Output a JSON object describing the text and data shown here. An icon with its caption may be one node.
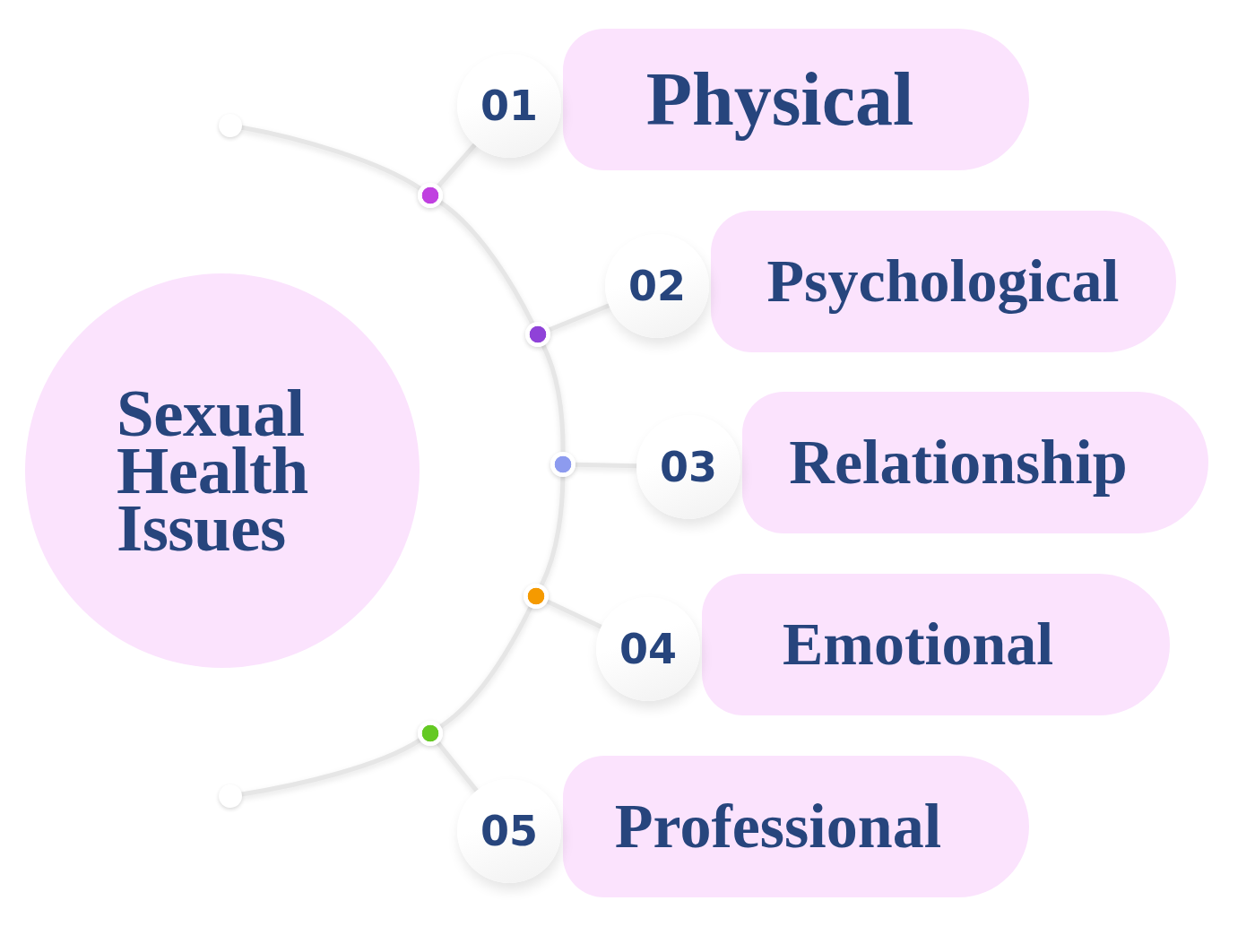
{
  "diagram": {
    "nodes": [
      {
        "text": [
          "Sexual Health Issues"
        ]
      },
      {
        "text": [],
        "shape": "circle"
      },
      {
        "text": [],
        "shape": "circle"
      },
      {
        "text": [],
        "shape": "circle"
      },
      {
        "text": [],
        "shape": "circle"
      },
      {
        "text": [],
        "shape": "circle"
      },
      {
        "text": [],
        "shape": "circle"
      },
      {
        "text": [],
        "shape": "circle"
      },
      {
        "text": [
          "01"
        ]
      },
      {
        "text": [
          "02"
        ]
      },
      {
        "text": [
          "03"
        ]
      },
      {
        "text": [
          "04"
        ]
      },
      {
        "text": [
          "05"
        ]
      },
      {
        "text": [
          "Physical"
        ]
      },
      {
        "text": [
          "Psychological"
        ]
      },
      {
        "text": [
          "Relationship"
        ]
      },
      {
        "text": [
          "Emotional"
        ]
      },
      {
        "text": [
          "Professional"
        ]
      }
    ],
    "edges": [
      {
        "from": 1,
        "to": 2,
        "arrow": "none"
      },
      {
        "from": 2,
        "to": 3,
        "arrow": "none"
      },
      {
        "from": 3,
        "to": 4,
        "arrow": "none"
      },
      {
        "from": 4,
        "to": 5,
        "arrow": "none"
      },
      {
        "from": 5,
        "to": 6,
        "arrow": "none"
      },
      {
        "from": 6,
        "to": 7,
        "arrow": "none"
      },
      {
        "from": 2,
        "to": 8,
        "arrow": "none"
      },
      {
        "from": 3,
        "to": 9,
        "arrow": "none"
      },
      {
        "from": 4,
        "to": 10,
        "arrow": "none"
      },
      {
        "from": 5,
        "to": 11,
        "arrow": "none"
      },
      {
        "from": 6,
        "to": 12,
        "arrow": "none"
      }
    ]
  }
}
